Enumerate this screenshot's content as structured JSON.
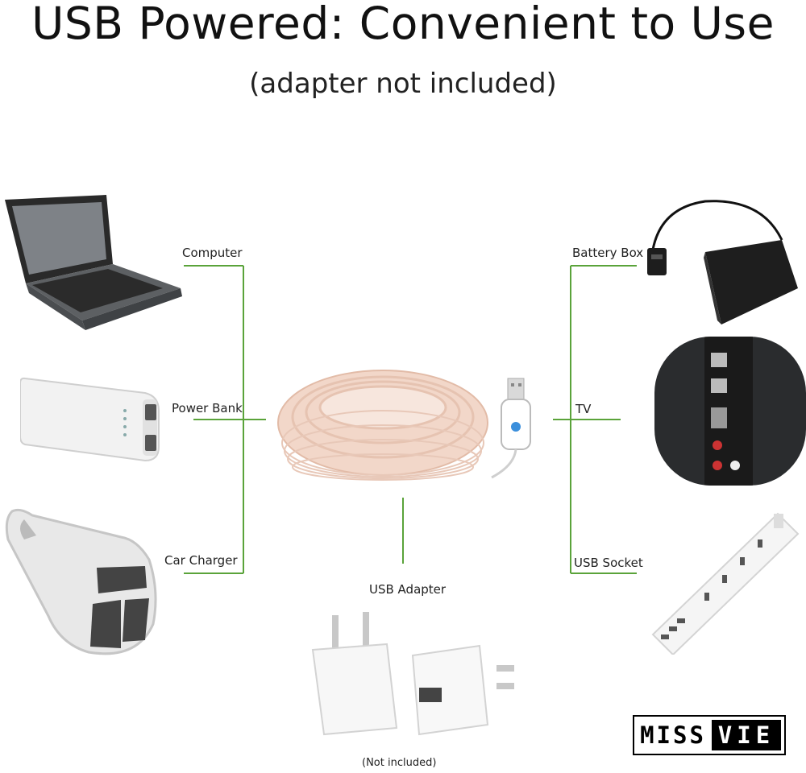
{
  "header": {
    "title": "USB Powered: Convenient to Use",
    "subtitle": "(adapter not included)"
  },
  "labels": {
    "computer": "Computer",
    "power_bank": "Power Bank",
    "car_charger": "Car Charger",
    "battery_box": "Battery Box",
    "tv": "TV",
    "usb_socket": "USB Socket",
    "usb_adapter": "USB Adapter",
    "not_included": "(Not included)"
  },
  "brand": {
    "left": "MISS",
    "right": "VIE"
  },
  "colors": {
    "connector_line": "#5aa33a",
    "strip_light": "#f2d7c9"
  }
}
